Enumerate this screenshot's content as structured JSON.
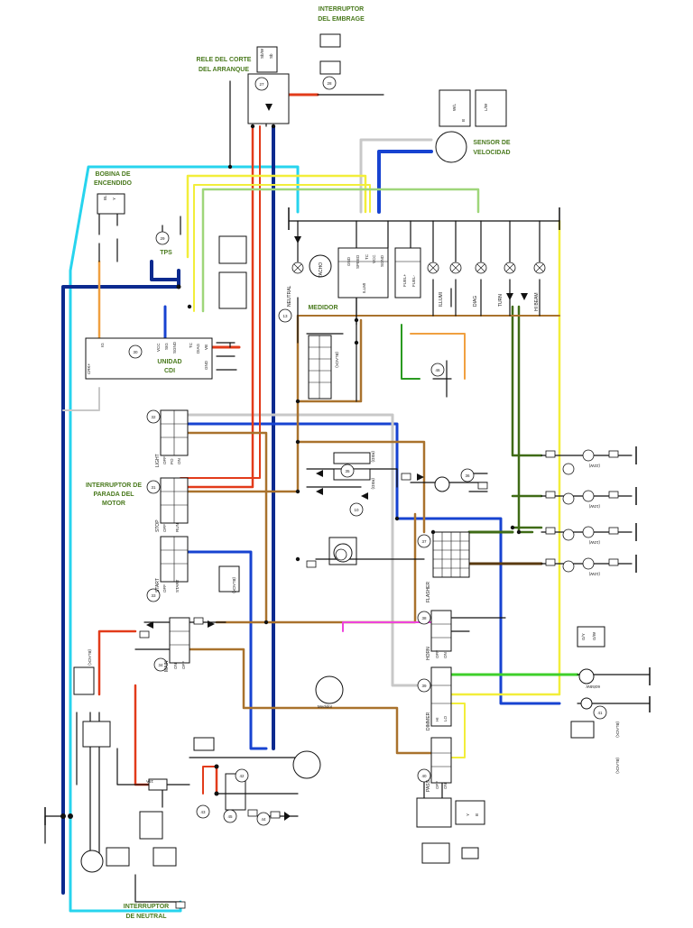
{
  "labels": {
    "interruptor_embrague_1": "INTERRUPTOR",
    "interruptor_embrague_2": "DEL EMBRAGE",
    "rele_corte_1": "RELE DEL CORTE",
    "rele_corte_2": "DEL ARRANQUE",
    "bobina_1": "BOBINA DE",
    "bobina_2": "ENCENDIDO",
    "tps": "TPS",
    "sensor_vel_1": "SENSOR DE",
    "sensor_vel_2": "VELOCIDAD",
    "medidor": "MEDIDOR",
    "unidad_cdi_1": "UNIDAD",
    "unidad_cdi_2": "CDI",
    "parada_1": "INTERRUPTOR DE",
    "parada_2": "PARADA DEL",
    "parada_3": "MOTOR",
    "medidor_2": "Medidor",
    "neutral_1": "INTERRUPTOR",
    "neutral_2": "DE NEUTRAL"
  },
  "components": {
    "meter_lamps": [
      "NEUTRAL",
      "TACHO",
      "ILLUMI",
      "DIAG",
      "TURN",
      "HI BEAM"
    ],
    "meter_pins": [
      "GND",
      "SPEED",
      "TC",
      "VCC",
      "SGND",
      "ILLMI"
    ],
    "fuel_pins": [
      "FUEL+",
      "FUEL-"
    ],
    "cdi_pins": [
      "VCC",
      "SIG",
      "SGND",
      "TC",
      "DIAG",
      "VB",
      "GND",
      "CRK+",
      "IG"
    ],
    "switch_light": [
      "LIGHT",
      "OFF",
      "PO",
      "ON"
    ],
    "switch_stop": [
      "STOP",
      "OFF",
      "RUN"
    ],
    "switch_start": [
      "START",
      "OFF",
      "START"
    ],
    "switch_main": [
      "MAIN",
      "ON",
      "OFF"
    ],
    "switch_horn": [
      "HORN",
      "OFF",
      "ON"
    ],
    "switch_dimmer": [
      "DIMMER",
      "HI",
      "LO"
    ],
    "switch_pass": [
      "PASS",
      "OFF",
      "ON"
    ],
    "flasher": "FLASHER",
    "black_tags": [
      "(BLACK)",
      "(RED)",
      "(RED)",
      "(BLACK)",
      "(BLACK)",
      "(BLACK)",
      "(BLACK)"
    ],
    "sensor_pins": [
      "W/L",
      "L/W",
      "B"
    ],
    "right_lamps": [
      "(22W)",
      "(10W)",
      "(10W)",
      "(10W)"
    ],
    "headlight": "60/55W",
    "fuse": "15A",
    "wire_codes": {
      "bl_y": [
        "BL",
        "Y"
      ],
      "sb_w": [
        "Sb/W",
        "Sb"
      ],
      "gy_w": [
        "G/Y",
        "G/W"
      ],
      "y_b": [
        "Y",
        "B"
      ]
    },
    "numbers": [
      "27",
      "28",
      "29",
      "13",
      "30",
      "10",
      "32",
      "31",
      "33",
      "34",
      "35",
      "36",
      "37",
      "38",
      "39",
      "40",
      "41",
      "42",
      "43",
      "44",
      "45",
      "46"
    ]
  },
  "colors": {
    "cyan": "#27d4ee",
    "blue": "#1743d1",
    "navy": "#0b2a8f",
    "red": "#e23b1a",
    "brown": "#a9722d",
    "green": "#3ecf2b",
    "dkgreen": "#3f6b16",
    "lgreen": "#9fd67a",
    "yellow": "#f2ee3a",
    "orange": "#f0a040",
    "gray": "#c8c8c8",
    "magenta": "#ee44dd",
    "black": "#111111"
  }
}
